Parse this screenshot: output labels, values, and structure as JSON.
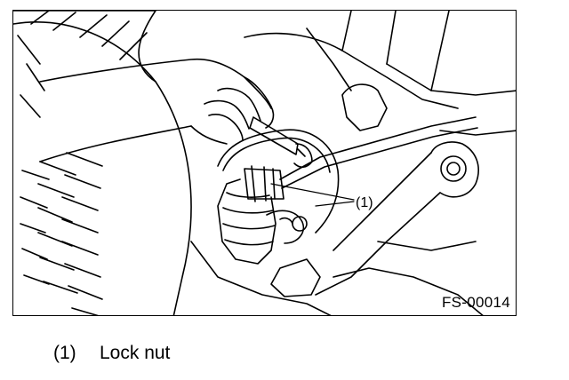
{
  "figure": {
    "code": "FS-00014",
    "callouts": [
      {
        "marker": "(1)",
        "part": "lock-nut"
      }
    ]
  },
  "legend": [
    {
      "number": "(1)",
      "text": "Lock nut"
    }
  ],
  "colors": {
    "line": "#000000",
    "background": "#ffffff"
  }
}
